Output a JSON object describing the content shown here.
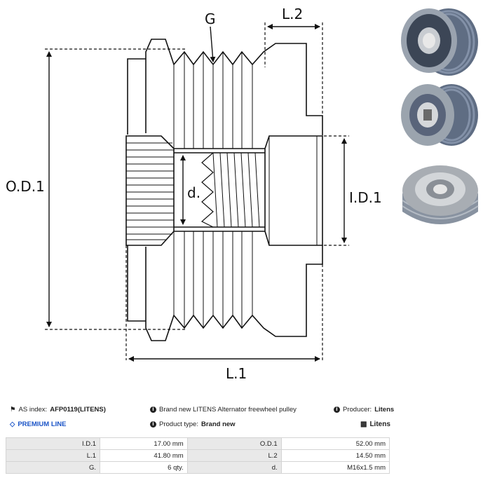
{
  "drawing": {
    "labels": {
      "g": "G",
      "l2": "L.2",
      "od1": "O.D.1",
      "d": "d.",
      "id1": "I.D.1",
      "l1": "L.1"
    }
  },
  "photos": [
    "pulley-front-view",
    "pulley-back-view",
    "pulley-perspective-view"
  ],
  "info": {
    "as_index_label": "AS index:",
    "as_index_value": "AFP0119(LITENS)",
    "description": "Brand new LITENS Alternator freewheel pulley",
    "producer_label": "Producer:",
    "producer_value": "Litens",
    "premium": "PREMIUM LINE",
    "product_type_label": "Product type:",
    "product_type_value": "Brand new",
    "brand_logo": "Litens"
  },
  "specs": [
    {
      "k1": "I.D.1",
      "v1": "17.00 mm",
      "k2": "O.D.1",
      "v2": "52.00 mm"
    },
    {
      "k1": "L.1",
      "v1": "41.80 mm",
      "k2": "L.2",
      "v2": "14.50 mm"
    },
    {
      "k1": "G.",
      "v1": "6 qty.",
      "k2": "d.",
      "v2": "M16x1.5 mm"
    }
  ],
  "colors": {
    "premium": "#1b54c7",
    "table_key_bg": "#e9e9e9"
  }
}
